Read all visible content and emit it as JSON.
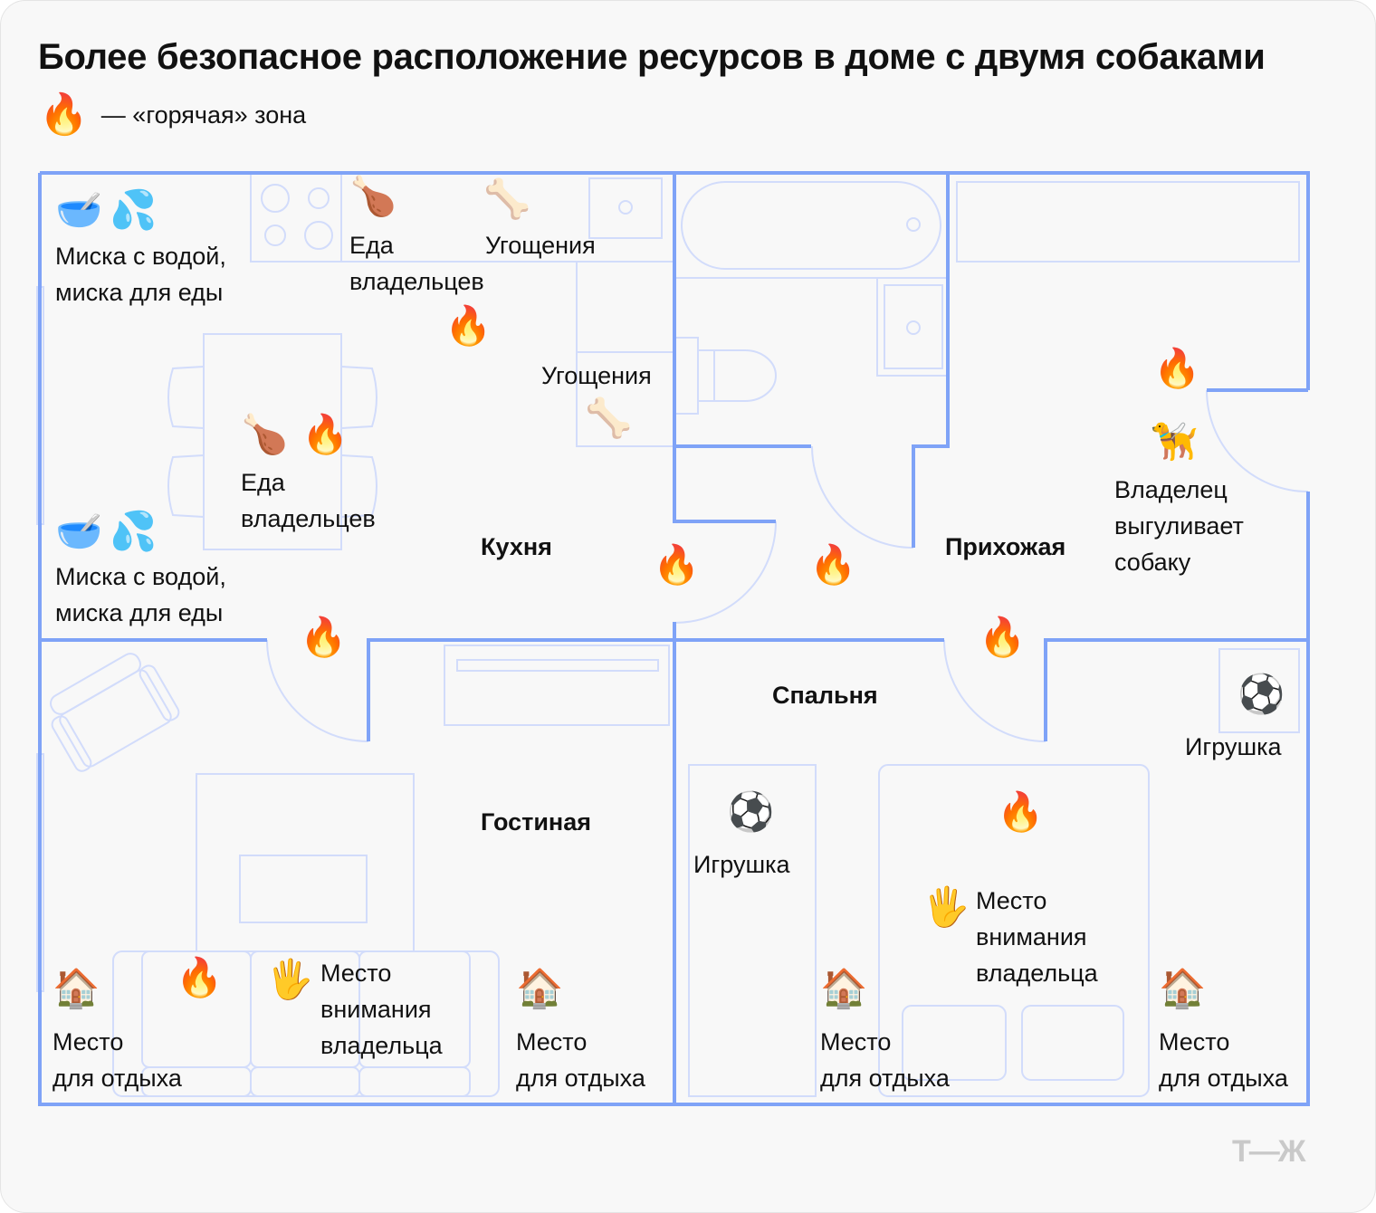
{
  "title": "Более безопасное расположение ресурсов в доме с двумя собаками",
  "legend": {
    "icon": "fire",
    "text": "— «горячая» зона"
  },
  "rooms": {
    "kitchen": "Кухня",
    "hall": "Прихожая",
    "bedroom": "Спальня",
    "living": "Гостиная"
  },
  "labels": {
    "bowls": "Миска с водой,\nмиска для еды",
    "owner_food": "Еда\nвладельцев",
    "treats": "Угощения",
    "dog_walk": "Владелец\nвыгуливает\nсобаку",
    "toy": "Игрушка",
    "attention": "Место\nвнимания\nвладельца",
    "rest": "Место\nдля отдыха"
  },
  "icons": {
    "fire": "🔥",
    "bowl": "🥣",
    "droplets": "💦",
    "drumstick": "🍗",
    "bone": "🦴",
    "dog": "🦮",
    "ball": "⚽",
    "hand": "🖐",
    "house": "🏠"
  },
  "colors": {
    "wall": "#7fa3f7",
    "furniture": "#d2dcfb",
    "background": "#f8f8f8"
  },
  "logo": "Т—Ж"
}
